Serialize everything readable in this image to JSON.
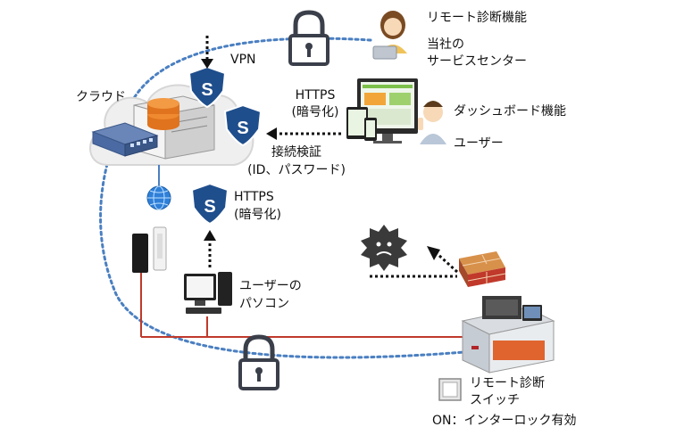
{
  "labels": {
    "remote_diag": "リモート診断機能",
    "support_center_1": "当社の",
    "support_center_2": "サービスセンター",
    "vpn": "VPN",
    "cloud": "クラウド",
    "https_top_1": "HTTPS",
    "https_top_2": "(暗号化)",
    "dashboard": "ダッシュボード機能",
    "user": "ユーザー",
    "auth_1": "接続検証",
    "auth_2": "(ID、パスワード)",
    "https_bottom_1": "HTTPS",
    "https_bottom_2": "(暗号化)",
    "user_pc_1": "ユーザーの",
    "user_pc_2": "パソコン",
    "switch_1": "リモート診断",
    "switch_2": "スイッチ",
    "interlock": "ON：インターロック有効"
  },
  "icons": {
    "shield_glyph": "S"
  },
  "colors": {
    "dotted_link": "#4a7fc1",
    "lan_line": "#c0392b",
    "shield": "#1f4e8c",
    "firewall": "#c0392b",
    "cloud_fill": "#efefef"
  }
}
